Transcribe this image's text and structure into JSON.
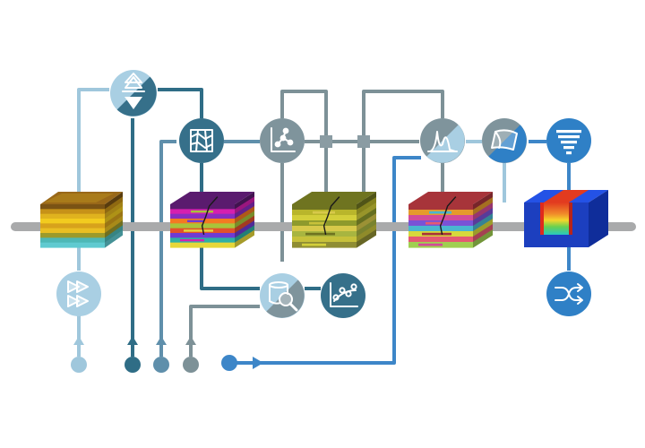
{
  "diagram": {
    "colors": {
      "background": "#ffffff",
      "timeline": "#a9aaab",
      "line_light": "#9fc7dc",
      "line_mid_blue": "#5f8fab",
      "line_dark_teal": "#2f6d86",
      "line_gray": "#7d9197",
      "line_bright_blue": "#3d86c8",
      "node_light": "#a9cfe3",
      "node_dark_teal": "#36708a",
      "node_gray": "#7f949c",
      "node_bright_blue": "#2f80c6",
      "node_mid_gray": "#8fa3ab"
    },
    "timeline": {
      "orientation": "horizontal"
    },
    "blocks": [
      {
        "id": "block-1",
        "style": "layered-ochre",
        "faulted": false,
        "colors": [
          "#7a5314",
          "#c69218",
          "#e0b31e",
          "#f2cb1f",
          "#d7a21c",
          "#e9bf23",
          "#9b9a2c",
          "#4db8b6",
          "#5fcad0"
        ]
      },
      {
        "id": "block-2",
        "style": "layered-magenta",
        "faulted": true,
        "colors": [
          "#5a1b6e",
          "#d61faf",
          "#8a2dc1",
          "#f37a22",
          "#a8c43a",
          "#e2512c",
          "#6f3bd3",
          "#2fb0a4",
          "#e6d73a"
        ]
      },
      {
        "id": "block-3",
        "style": "layered-olive",
        "faulted": true,
        "colors": [
          "#6f7420",
          "#b9b62b",
          "#d3cf3a",
          "#8e9a2c",
          "#d7c94a",
          "#a8b540",
          "#c7c13a",
          "#8f8d33"
        ]
      },
      {
        "id": "block-4",
        "style": "layered-rainbow",
        "faulted": true,
        "colors": [
          "#a7343a",
          "#e59a2c",
          "#d24b99",
          "#7a52d6",
          "#4ab6cf",
          "#d7d93c",
          "#e45a72",
          "#a0cf51"
        ]
      },
      {
        "id": "block-5",
        "style": "channel-velocity",
        "faulted": false,
        "colors": [
          "#1c3fbf",
          "#2452e6",
          "#0f2d9a",
          "#e23b1f",
          "#f08a2a",
          "#f4d62b",
          "#69d14f",
          "#27c7c0"
        ]
      }
    ],
    "nodes": [
      {
        "id": "up-down-arrows",
        "icon": "up-down-arrows-icon",
        "style": "split-light-dark"
      },
      {
        "id": "mesh",
        "icon": "mesh-icon",
        "style": "dark-teal"
      },
      {
        "id": "network",
        "icon": "network-icon",
        "style": "gray"
      },
      {
        "id": "histogram",
        "icon": "histogram-icon",
        "style": "split-gray-light"
      },
      {
        "id": "curve-box",
        "icon": "curve-box-icon",
        "style": "split-gray-bright"
      },
      {
        "id": "funnel",
        "icon": "funnel-icon",
        "style": "bright-blue"
      },
      {
        "id": "fast-forward",
        "icon": "fast-forward-icon",
        "style": "light"
      },
      {
        "id": "magnifier",
        "icon": "magnifier-icon",
        "style": "split-light-gray"
      },
      {
        "id": "scatter",
        "icon": "scatter-plot-icon",
        "style": "dark-teal"
      },
      {
        "id": "shuffle",
        "icon": "shuffle-icon",
        "style": "bright-blue"
      }
    ],
    "inputs": [
      {
        "id": "input-light",
        "color_key": "line_light",
        "marker": "arrow-up"
      },
      {
        "id": "input-dark-teal",
        "color_key": "line_dark_teal",
        "marker": "arrow-up"
      },
      {
        "id": "input-mid-blue",
        "color_key": "line_mid_blue",
        "marker": "arrow-up"
      },
      {
        "id": "input-gray",
        "color_key": "line_gray",
        "marker": "arrow-up"
      },
      {
        "id": "input-bright-blue",
        "color_key": "line_bright_blue",
        "marker": "arrow-right"
      }
    ]
  }
}
